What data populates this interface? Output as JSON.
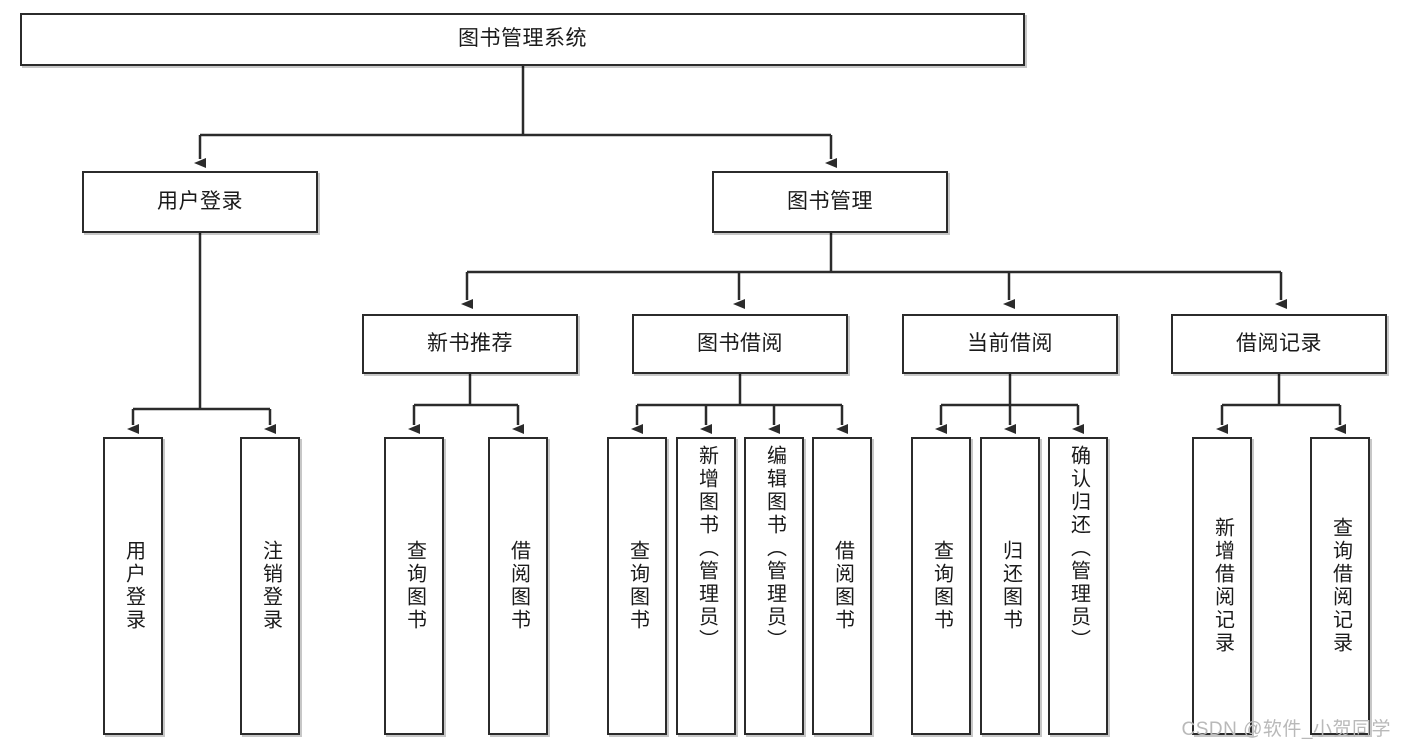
{
  "diagram": {
    "type": "hierarchy-tree",
    "title": "图书管理系统",
    "root": {
      "id": "root",
      "label": "图书管理系统",
      "orientation": "horizontal"
    },
    "level2": [
      {
        "id": "user-login",
        "label": "用户登录",
        "orientation": "horizontal"
      },
      {
        "id": "book-management",
        "label": "图书管理",
        "orientation": "horizontal"
      }
    ],
    "level3": [
      {
        "id": "new-book-recommend",
        "label": "新书推荐",
        "orientation": "horizontal",
        "parent": "book-management"
      },
      {
        "id": "book-borrow",
        "label": "图书借阅",
        "orientation": "horizontal",
        "parent": "book-management"
      },
      {
        "id": "current-borrow",
        "label": "当前借阅",
        "orientation": "horizontal",
        "parent": "book-management"
      },
      {
        "id": "borrow-record",
        "label": "借阅记录",
        "orientation": "horizontal",
        "parent": "book-management"
      }
    ],
    "leaves": [
      {
        "id": "leaf-user-login",
        "label": "用户登录",
        "parent": "user-login",
        "orientation": "vertical"
      },
      {
        "id": "leaf-user-logout",
        "label": "注销登录",
        "parent": "user-login",
        "orientation": "vertical"
      },
      {
        "id": "leaf-query-book-1",
        "label": "查询图书",
        "parent": "new-book-recommend",
        "orientation": "vertical"
      },
      {
        "id": "leaf-borrow-book-1",
        "label": "借阅图书",
        "parent": "new-book-recommend",
        "orientation": "vertical"
      },
      {
        "id": "leaf-query-book-2",
        "label": "查询图书",
        "parent": "book-borrow",
        "orientation": "vertical"
      },
      {
        "id": "leaf-add-book",
        "label": "新增图书（管理员）",
        "parent": "book-borrow",
        "orientation": "vertical"
      },
      {
        "id": "leaf-edit-book",
        "label": "编辑图书（管理员）",
        "parent": "book-borrow",
        "orientation": "vertical"
      },
      {
        "id": "leaf-borrow-book-2",
        "label": "借阅图书",
        "parent": "book-borrow",
        "orientation": "vertical"
      },
      {
        "id": "leaf-query-book-3",
        "label": "查询图书",
        "parent": "current-borrow",
        "orientation": "vertical"
      },
      {
        "id": "leaf-return-book",
        "label": "归还图书",
        "parent": "current-borrow",
        "orientation": "vertical"
      },
      {
        "id": "leaf-confirm-return",
        "label": "确认归还（管理员）",
        "parent": "current-borrow",
        "orientation": "vertical"
      },
      {
        "id": "leaf-add-record",
        "label": "新增借阅记录",
        "parent": "borrow-record",
        "orientation": "vertical"
      },
      {
        "id": "leaf-query-record",
        "label": "查询借阅记录",
        "parent": "borrow-record",
        "orientation": "vertical"
      }
    ]
  },
  "watermark": {
    "text": "CSDN @软件_小贺同学"
  },
  "colors": {
    "border": "#2b2b2b",
    "text": "#1a1a1a",
    "background": "#ffffff",
    "watermark": "#b9b9b9"
  }
}
